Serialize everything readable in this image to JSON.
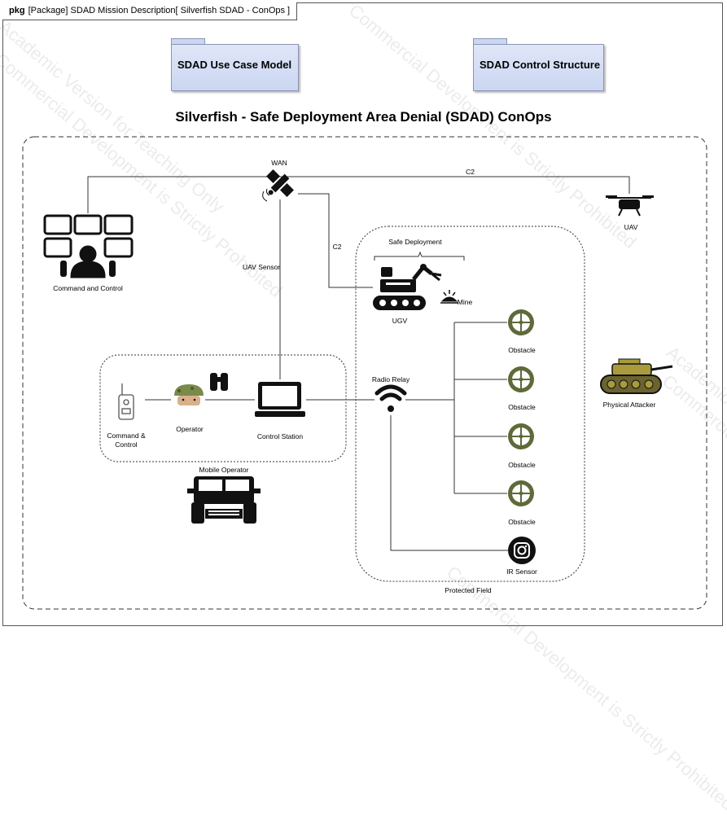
{
  "header": {
    "keyword": "pkg",
    "label": "[Package] SDAD Mission Description[  Silverfish SDAD - ConOps  ]"
  },
  "packages": {
    "use_case": "SDAD Use Case Model",
    "control": "SDAD Control Structure"
  },
  "diagram_title": "Silverfish - Safe Deployment Area Denial (SDAD) ConOps",
  "labels": {
    "wan": "WAN",
    "c2_top": "C2",
    "c2_side": "C2",
    "uav": "UAV",
    "uav_sensor": "UAV Sensor",
    "command_control": "Command and Control",
    "safe_deployment": "Safe Deployment",
    "mine": "Mine",
    "ugv": "UGV",
    "radio_relay": "Radio Relay",
    "command_radio_1": "Command &",
    "command_radio_2": "Control",
    "operator": "Operator",
    "control_station": "Control Station",
    "mobile_operator": "Mobile Operator",
    "obstacles": [
      "Obstacle",
      "Obstacle",
      "Obstacle",
      "Obstacle"
    ],
    "ir_sensor": "IR Sensor",
    "physical_attacker": "Physical Attacker",
    "protected_field": "Protected Field"
  },
  "watermark": {
    "line1": "Academic Version for Teaching Only",
    "line2": "Commercial Development is Strictly Prohibited"
  },
  "colors": {
    "package_fill": "#cbd6f2",
    "obstacle_fill": "#5f6a3a",
    "tank_fill": "#a99a3c",
    "helmet_fill": "#7a8a4a"
  }
}
